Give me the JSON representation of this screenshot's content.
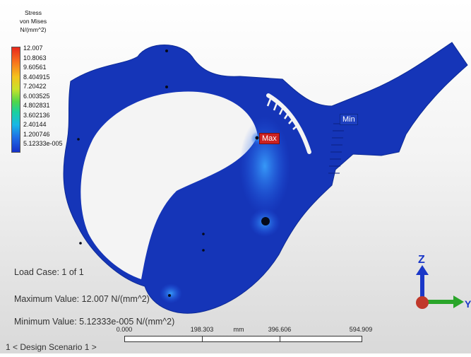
{
  "legend": {
    "title_lines": [
      "Stress",
      "von Mises",
      "N/(mm^2)"
    ],
    "values": [
      "12.007",
      "10.8063",
      "9.60561",
      "8.404915",
      "7.20422",
      "6.003525",
      "4.802831",
      "3.602136",
      "2.40144",
      "1.200746",
      "5.12333e-005"
    ],
    "colors": [
      "#e8281c",
      "#f7731e",
      "#f4c21d",
      "#c9e22a",
      "#4fd64a",
      "#19d0a0",
      "#19b8e6",
      "#1f6fe6",
      "#1630c8"
    ]
  },
  "markers": {
    "max": "Max",
    "min": "Min"
  },
  "info": {
    "load_case": "Load Case:  1 of 1",
    "maximum": "Maximum Value: 12.007 N/(mm^2)",
    "minimum": "Minimum Value: 5.12333e-005 N/(mm^2)"
  },
  "scale": {
    "ticks": [
      "0.000",
      "198.303",
      "396.606",
      "594.909"
    ],
    "unit": "mm"
  },
  "scenario": "1 < Design Scenario 1 >",
  "axes": {
    "x": "Y",
    "z": "Z"
  },
  "colors": {
    "part": "#1535b8",
    "part_edge": "#0c2a96",
    "axis_z": "#1a37c8",
    "axis_y": "#2aa52a",
    "origin": "#c0392b"
  }
}
